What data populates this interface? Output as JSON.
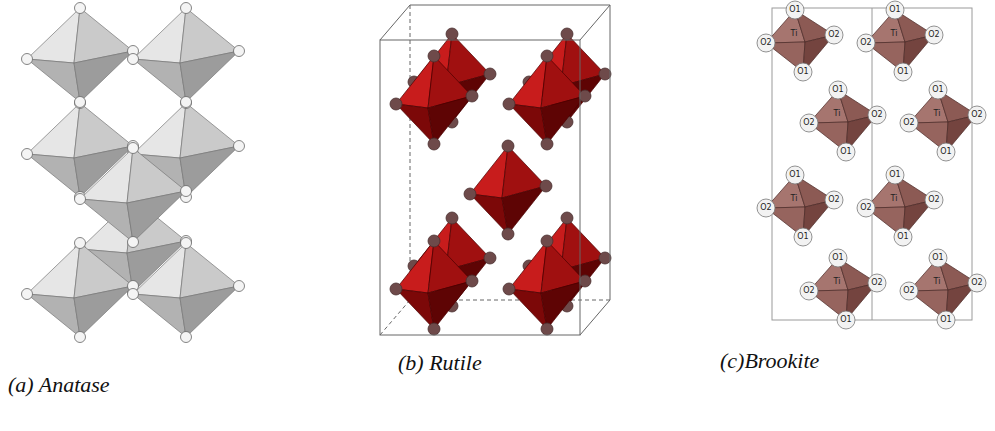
{
  "diagram": {
    "labels": [
      "(a) Anatase",
      "(b) Rutile",
      "(c)Brookite",
      "O1",
      "O2",
      "O2",
      "O1",
      "Ti",
      "O1",
      "O2",
      "O2",
      "O1",
      "Ti",
      "O1",
      "O2",
      "O2",
      "O1",
      "Ti",
      "O1",
      "O2",
      "O2",
      "O1",
      "Ti",
      "O1",
      "O2",
      "O2",
      "O1",
      "Ti",
      "O1",
      "O2",
      "O2",
      "O1",
      "Ti",
      "O1",
      "O2",
      "O2",
      "O1",
      "Ti",
      "O1",
      "O2",
      "O2",
      "O1",
      "Ti"
    ]
  }
}
